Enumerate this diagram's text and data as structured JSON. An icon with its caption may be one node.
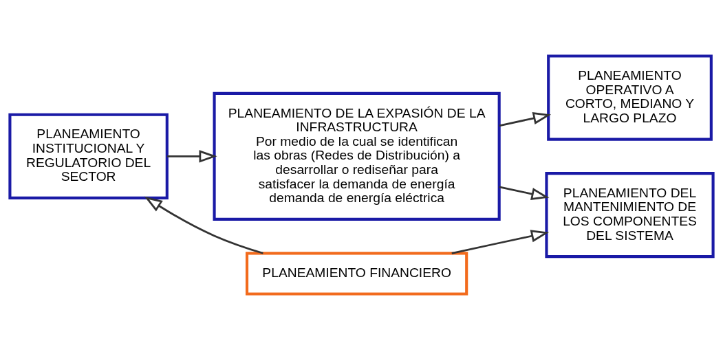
{
  "diagram": {
    "nodes": [
      {
        "text": [
          "PLANEAMIENTO INSTITUCIONAL Y REGULATORIO DEL SECTOR"
        ]
      },
      {
        "text": [
          "PLANEAMIENTO DE LA EXPASIÓN DE LA INFRASTRUCTURA",
          "Por medio de la cual se identifican las obras (Redes de Distribución) a desarrollar o rediseñar para satisfacer la demanda de energía demanda de energía eléctrica"
        ]
      },
      {
        "text": [
          "PLANEAMIENTO OPERATIVO A CORTO, MEDIANO Y LARGO PLAZO"
        ]
      },
      {
        "text": [
          "PLANEAMIENTO DEL MANTENIMIENTO DE LOS COMPONENTES DEL SISTEMA"
        ]
      },
      {
        "text": [
          "PLANEAMIENTO FINANCIERO"
        ]
      }
    ],
    "edges": [
      {
        "from": 0,
        "to": 1,
        "arrow": "to"
      },
      {
        "from": 1,
        "to": 2,
        "arrow": "to"
      },
      {
        "from": 1,
        "to": 3,
        "arrow": "to"
      },
      {
        "from": 4,
        "to": 0,
        "arrow": "to"
      },
      {
        "from": 4,
        "to": 3,
        "arrow": "to"
      }
    ]
  }
}
